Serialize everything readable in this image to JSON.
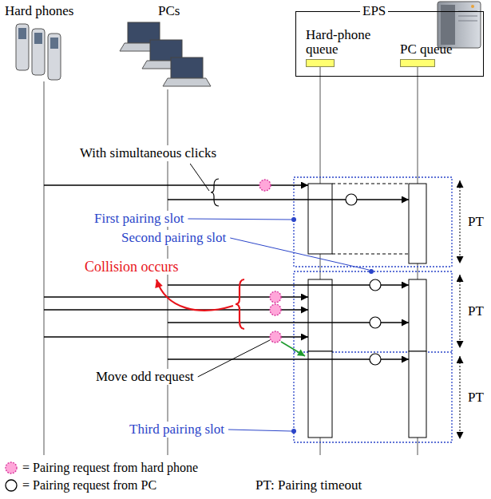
{
  "diagram": {
    "nodes": [
      {
        "text": [
          "EPS"
        ]
      },
      {
        "text": [
          "Hard-phone queue"
        ],
        "in": 0
      },
      {
        "text": [
          "PC queue"
        ],
        "in": 0
      }
    ],
    "labels": [
      "Hard phones",
      "PCs",
      "With simultaneous clicks",
      "First pairing slot",
      "Second pairing slot",
      "PT",
      "Collision occurs",
      "PT",
      "Move odd request",
      "PT",
      "Third pairing slot",
      "PT: Pairing timeout"
    ],
    "legend": [
      {
        "text": "= Pairing request from hard phone"
      },
      {
        "text": "= Pairing request from PC"
      }
    ]
  }
}
